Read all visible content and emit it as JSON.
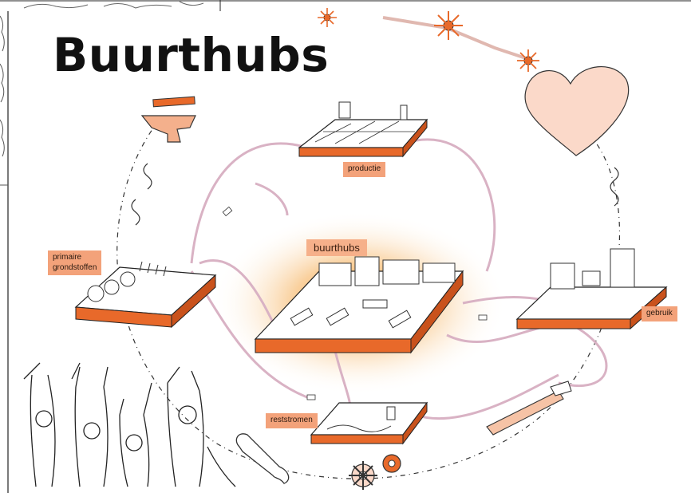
{
  "title": "Buurthubs",
  "labels": {
    "productie": "productie",
    "buurthubs": "buurthubs",
    "primaire_line1": "primaire",
    "primaire_line2": "grondstoffen",
    "gebruik": "gebruik",
    "reststromen": "reststromen"
  },
  "colors": {
    "orange": "#e8692a",
    "tag": "#f3a27a",
    "path": "#d9b2c4",
    "heart": "#fbd9c9",
    "glow": "#f39a3c"
  },
  "icons": [
    "anvil-icon",
    "heart-icon",
    "flower-icon",
    "wrench-icon",
    "gear-icon",
    "hammer-icon",
    "people-illustration"
  ]
}
